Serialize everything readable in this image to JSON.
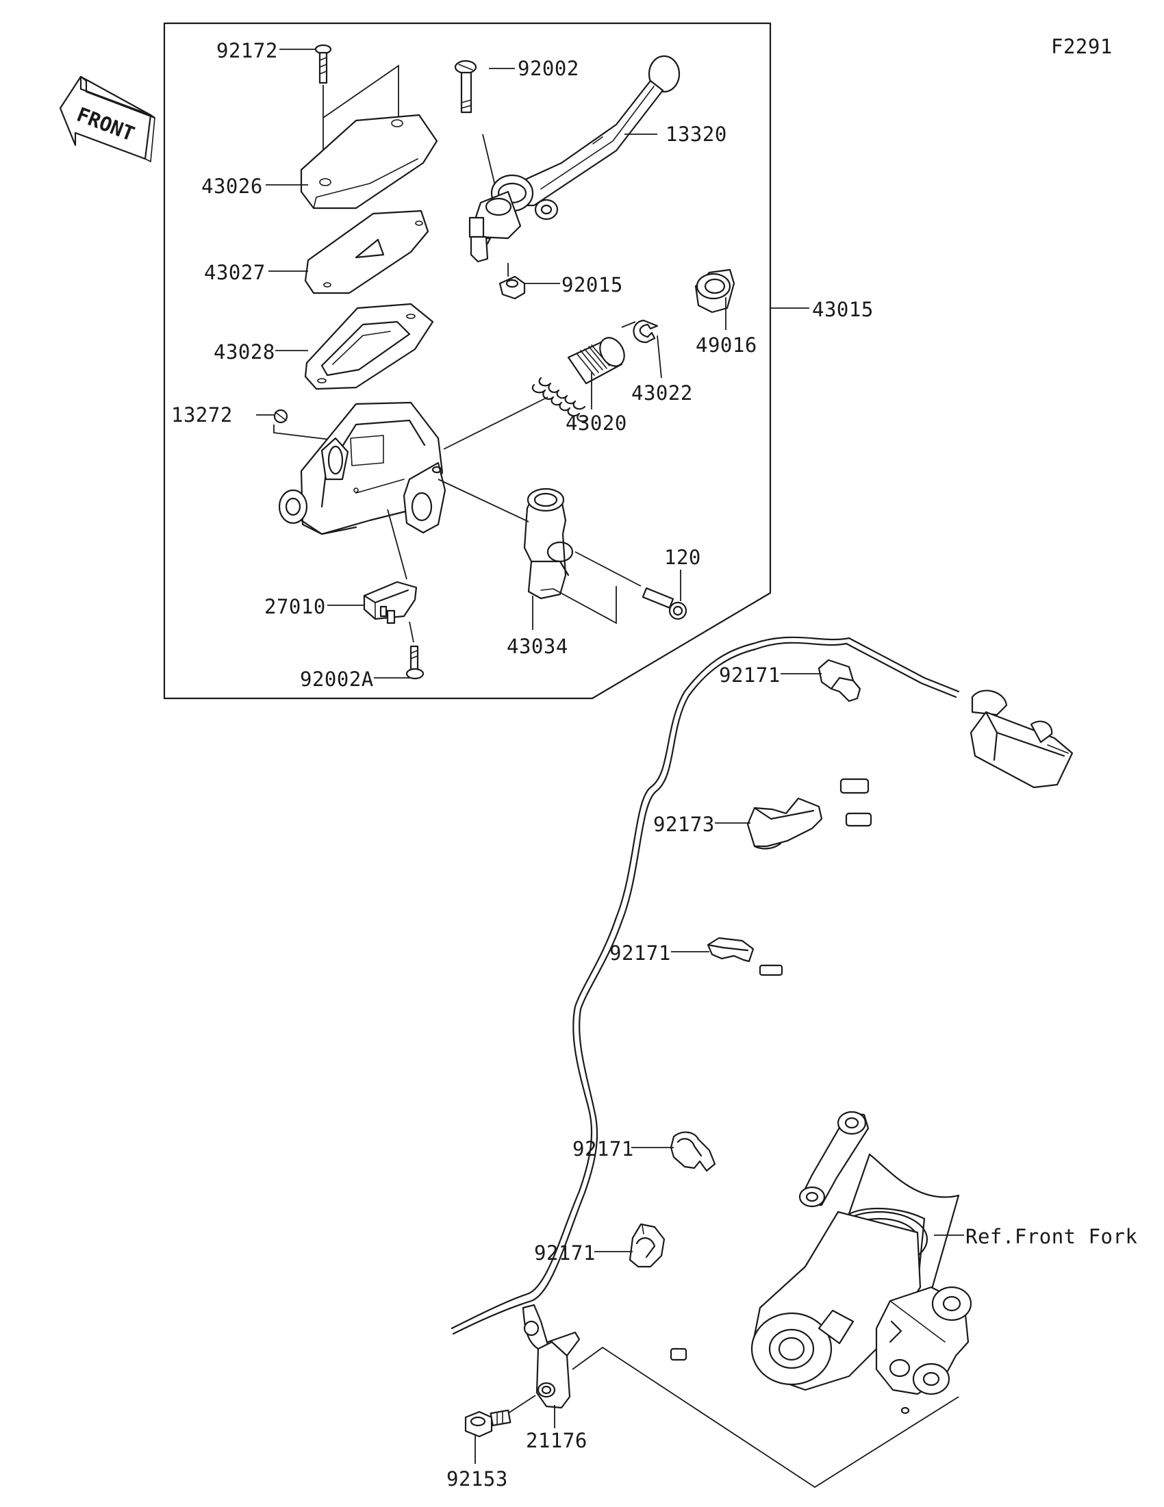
{
  "diagram": {
    "code": "F2291",
    "front_label": "FRONT",
    "reference_label": "Ref.Front Fork",
    "parts": [
      {
        "id": "p92172",
        "label": "92172"
      },
      {
        "id": "p92002",
        "label": "92002"
      },
      {
        "id": "p13320",
        "label": "13320"
      },
      {
        "id": "p43026",
        "label": "43026"
      },
      {
        "id": "p43027",
        "label": "43027"
      },
      {
        "id": "p92015",
        "label": "92015"
      },
      {
        "id": "p43015",
        "label": "43015"
      },
      {
        "id": "p49016",
        "label": "49016"
      },
      {
        "id": "p43028",
        "label": "43028"
      },
      {
        "id": "p43022",
        "label": "43022"
      },
      {
        "id": "p13272",
        "label": "13272"
      },
      {
        "id": "p43020",
        "label": "43020"
      },
      {
        "id": "p120",
        "label": "120"
      },
      {
        "id": "p27010",
        "label": "27010"
      },
      {
        "id": "p43034",
        "label": "43034"
      },
      {
        "id": "p92002A",
        "label": "92002A"
      },
      {
        "id": "p92171a",
        "label": "92171"
      },
      {
        "id": "p92173",
        "label": "92173"
      },
      {
        "id": "p92171b",
        "label": "92171"
      },
      {
        "id": "p92171c",
        "label": "92171"
      },
      {
        "id": "p92171d",
        "label": "92171"
      },
      {
        "id": "p21176",
        "label": "21176"
      },
      {
        "id": "p92153",
        "label": "92153"
      }
    ]
  }
}
